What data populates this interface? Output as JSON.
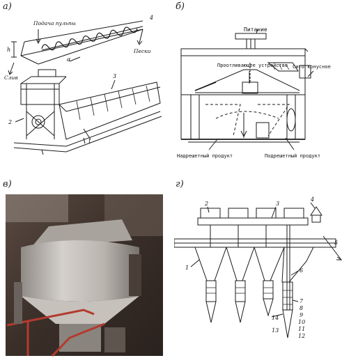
{
  "panels": {
    "a": {
      "letter": "а)",
      "labels": {
        "feed": "Подача пульпы",
        "sands": "Пески",
        "drain": "Слив",
        "h": "h",
        "alpha": "α",
        "n1": "1",
        "n2": "2",
        "n3": "3",
        "n4": "4"
      }
    },
    "b": {
      "letter": "б)",
      "labels": {
        "feed": "Питание",
        "distributor": "Проотливающее устройство",
        "sieve": "Сито конусное",
        "oversize": "Надрешетный продукт",
        "undersize": "Подрешетный продукт"
      }
    },
    "c": {
      "letter": "в)"
    },
    "d": {
      "letter": "г)",
      "labels": {
        "n1": "1",
        "n2": "2",
        "n3": "3",
        "n4": "4",
        "n5": "5",
        "n6": "6",
        "n7": "7",
        "n8": "8",
        "n9": "9",
        "n10": "10",
        "n11": "11",
        "n12": "12",
        "n13": "13",
        "n14": "14"
      }
    }
  },
  "colors": {
    "ink": "#1a1a1a",
    "photo_dark": "#3a2e28",
    "photo_metal": "#b9b4ae",
    "rail": "#b43a2e"
  }
}
